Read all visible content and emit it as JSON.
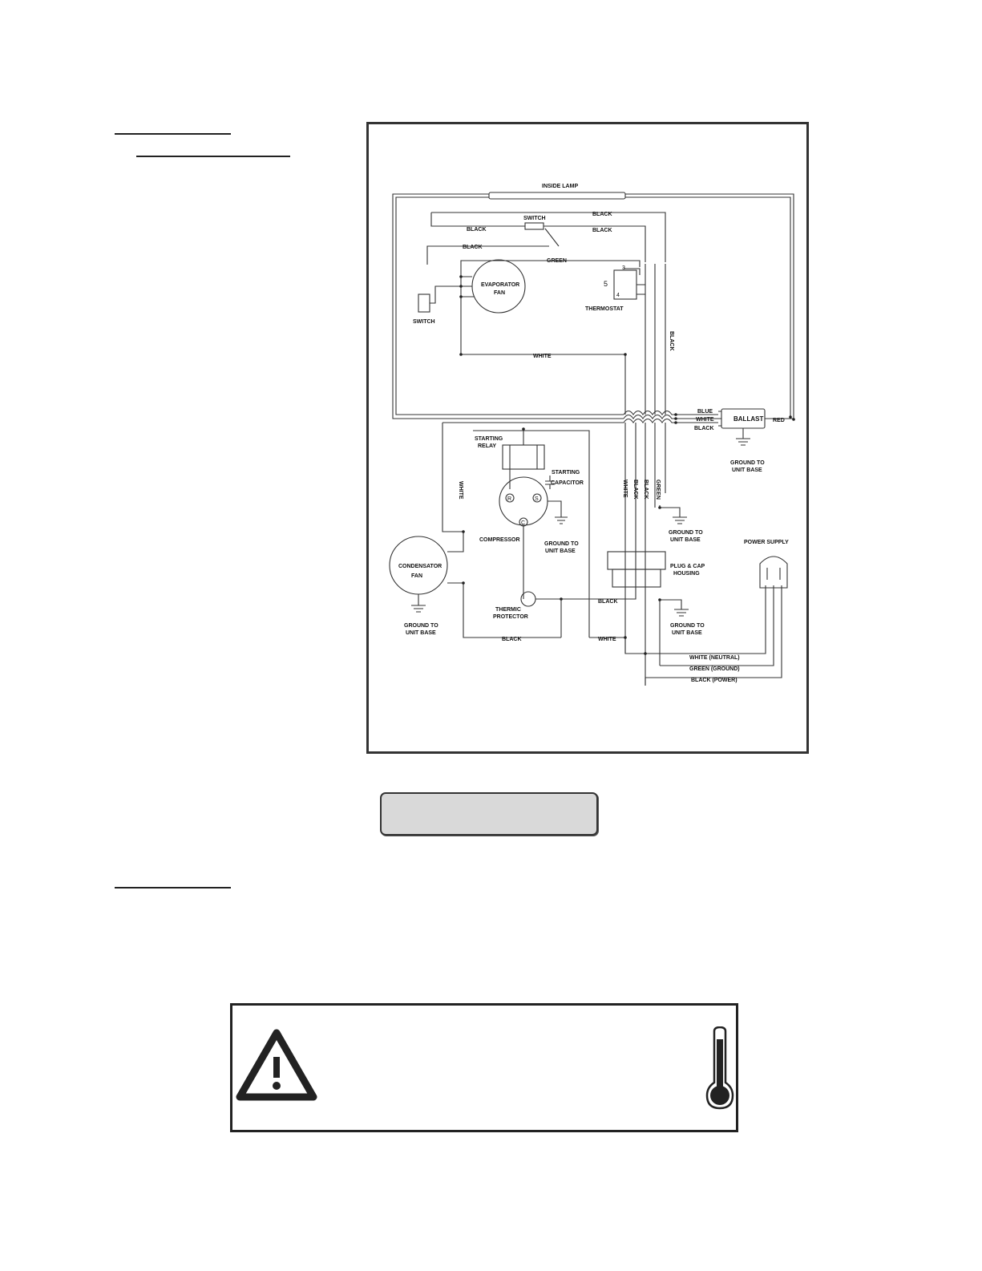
{
  "diagram": {
    "labels": {
      "inside_lamp": "INSIDE LAMP",
      "switch_top": "SWITCH",
      "black_1": "BLACK",
      "black_2": "BLACK",
      "black_3": "BLACK",
      "black_4": "BLACK",
      "green_1": "GREEN",
      "evaporator_fan_1": "EVAPORATOR",
      "evaporator_fan_2": "FAN",
      "switch_left": "SWITCH",
      "thermostat": "THERMOSTAT",
      "t3": "3",
      "t5": "5",
      "t4": "4",
      "black_vert": "BLACK",
      "white_1": "WHITE",
      "blue": "BLUE",
      "white_2": "WHITE",
      "black_5": "BLACK",
      "ballast": "BALLAST",
      "red": "RED",
      "ground_ballast_1": "GROUND TO",
      "ground_ballast_2": "UNIT BASE",
      "starting_relay_1": "STARTING",
      "starting_relay_2": "RELAY",
      "starting_capacitor_1": "STARTING",
      "starting_capacitor_2": "CAPACITOR",
      "white_vert_1": "WHITE",
      "r": "R",
      "s": "S",
      "c": "C",
      "compressor": "COMPRESSOR",
      "ground_comp_1": "GROUND TO",
      "ground_comp_2": "UNIT BASE",
      "white_vert_2": "WHITE",
      "black_vert_2": "BLACK",
      "black_vert_3": "BLACK",
      "green_vert": "GREEN",
      "ground_green_1": "GROUND TO",
      "ground_green_2": "UNIT BASE",
      "power_supply": "POWER SUPPLY",
      "condensator_fan_1": "CONDENSATOR",
      "condensator_fan_2": "FAN",
      "plug_cap_1": "PLUG & CAP",
      "plug_cap_2": "HOUSING",
      "thermic_protector_1": "THERMIC",
      "thermic_protector_2": "PROTECTOR",
      "black_6": "BLACK",
      "ground_cond_1": "GROUND TO",
      "ground_cond_2": "UNIT BASE",
      "ground_plug_1": "GROUND TO",
      "ground_plug_2": "UNIT BASE",
      "black_7": "BLACK",
      "white_3": "WHITE",
      "white_neutral": "WHITE (NEUTRAL)",
      "green_ground": "GREEN (GROUND)",
      "black_power": "BLACK (POWER)"
    }
  },
  "icons": {
    "warning": "warning-triangle-icon",
    "thermometer": "thermometer-icon"
  }
}
